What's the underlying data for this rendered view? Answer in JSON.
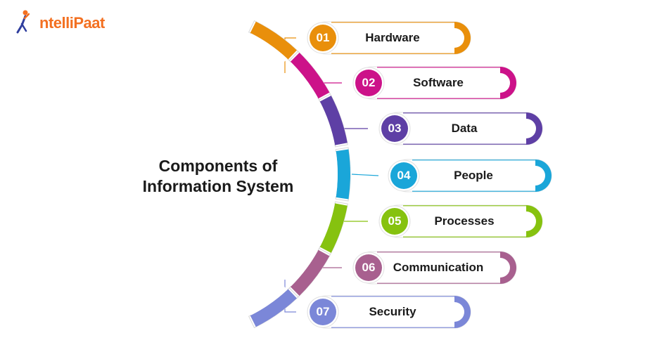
{
  "brand": {
    "logo_text": "ntelliPaat",
    "colors": {
      "orange": "#f37021",
      "navy": "#2f3e9e"
    }
  },
  "title": {
    "line1": "Components of",
    "line2": "Information System"
  },
  "items": [
    {
      "num": "01",
      "label": "Hardware",
      "color": "#e98f0b"
    },
    {
      "num": "02",
      "label": "Software",
      "color": "#cc1289"
    },
    {
      "num": "03",
      "label": "Data",
      "color": "#5e3fa5"
    },
    {
      "num": "04",
      "label": "People",
      "color": "#1aa6d9"
    },
    {
      "num": "05",
      "label": "Processes",
      "color": "#86c20f"
    },
    {
      "num": "06",
      "label": "Communication",
      "color": "#a8608f"
    },
    {
      "num": "07",
      "label": "Security",
      "color": "#7b87d8"
    }
  ]
}
